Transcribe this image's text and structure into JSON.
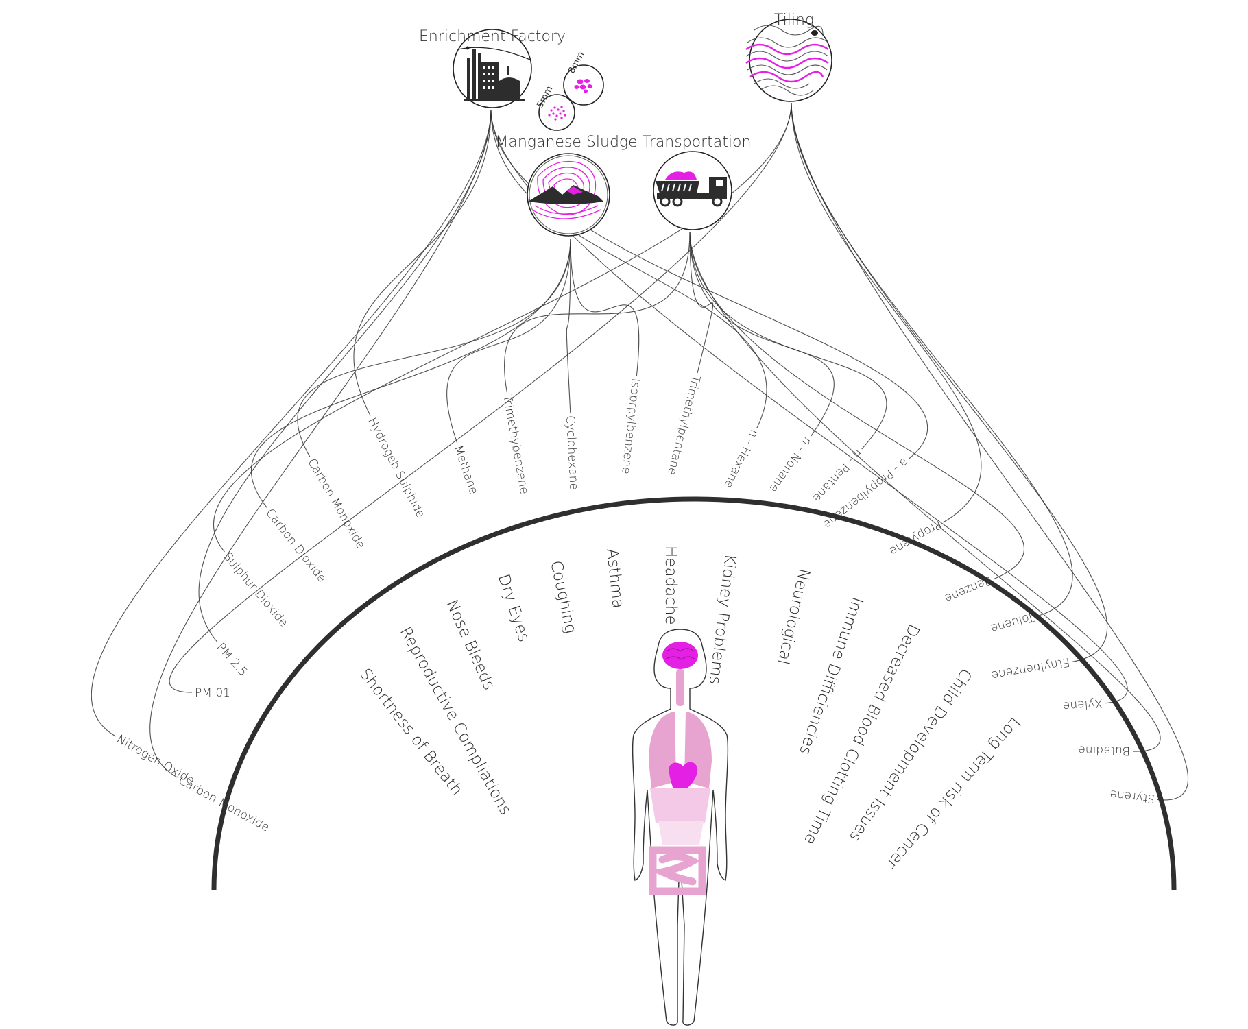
{
  "sources": [
    {
      "id": "enrichment",
      "label": "Enrichment Factory"
    },
    {
      "id": "tiling",
      "label": "Tiling"
    },
    {
      "id": "sludge",
      "label": "Manganese Sludge"
    },
    {
      "id": "transport",
      "label": "Transportation"
    }
  ],
  "particle_sizes": {
    "small": "5mm",
    "large": "8mm"
  },
  "pollutants": [
    {
      "label": "Carbon Monoxide",
      "source": "enrichment"
    },
    {
      "label": "Nitrogen Oxide",
      "source": "enrichment"
    },
    {
      "label": "PM 01",
      "source": "tiling"
    },
    {
      "label": "PM 2.5",
      "source": "enrichment"
    },
    {
      "label": "Sulphur Dioxide",
      "source": "tiling"
    },
    {
      "label": "Carbon Dioxide",
      "source": "sludge"
    },
    {
      "label": "Carbon Monoxide",
      "source": "sludge"
    },
    {
      "label": "Hydrogeb Sulphide",
      "source": "enrichment"
    },
    {
      "label": "Methane",
      "source": "sludge"
    },
    {
      "label": "Trimethybenzene",
      "source": "transport"
    },
    {
      "label": "Cyclohexane",
      "source": "sludge"
    },
    {
      "label": "Isoprpylbenzene",
      "source": "sludge"
    },
    {
      "label": "Trimethylpentane",
      "source": "transport"
    },
    {
      "label": "n - Hexane",
      "source": "enrichment"
    },
    {
      "label": "n - Nonane",
      "source": "transport"
    },
    {
      "label": "n - Pentane",
      "source": "transport"
    },
    {
      "label": "a - Propylbenzene",
      "source": "enrichment"
    },
    {
      "label": "Propylene",
      "source": "tiling"
    },
    {
      "label": "Benzene",
      "source": "transport"
    },
    {
      "label": "Toluene",
      "source": "tiling"
    },
    {
      "label": "Ethylbenzene",
      "source": "tiling"
    },
    {
      "label": "Xylene",
      "source": "enrichment"
    },
    {
      "label": "Butadine",
      "source": "transport"
    },
    {
      "label": "Styrene",
      "source": "tiling"
    }
  ],
  "health_effects": [
    {
      "label": "Shortness of Breath"
    },
    {
      "label": "Reproductive Compliations"
    },
    {
      "label": "Nose Bleeds"
    },
    {
      "label": "Dry Eyes"
    },
    {
      "label": "Coughing"
    },
    {
      "label": "Asthma"
    },
    {
      "label": "Headache"
    },
    {
      "label": "Kidney Problems"
    },
    {
      "label": "Neurological"
    },
    {
      "label": "Immune Difficiencies"
    },
    {
      "label": "Decreased Blood Clotting Time"
    },
    {
      "label": "Child Development Issues"
    },
    {
      "label": "Long Term risk of Cencer"
    }
  ],
  "colors": {
    "accent": "#e520e5",
    "organ_pink": "#e8a4d0",
    "ink": "#222222"
  }
}
